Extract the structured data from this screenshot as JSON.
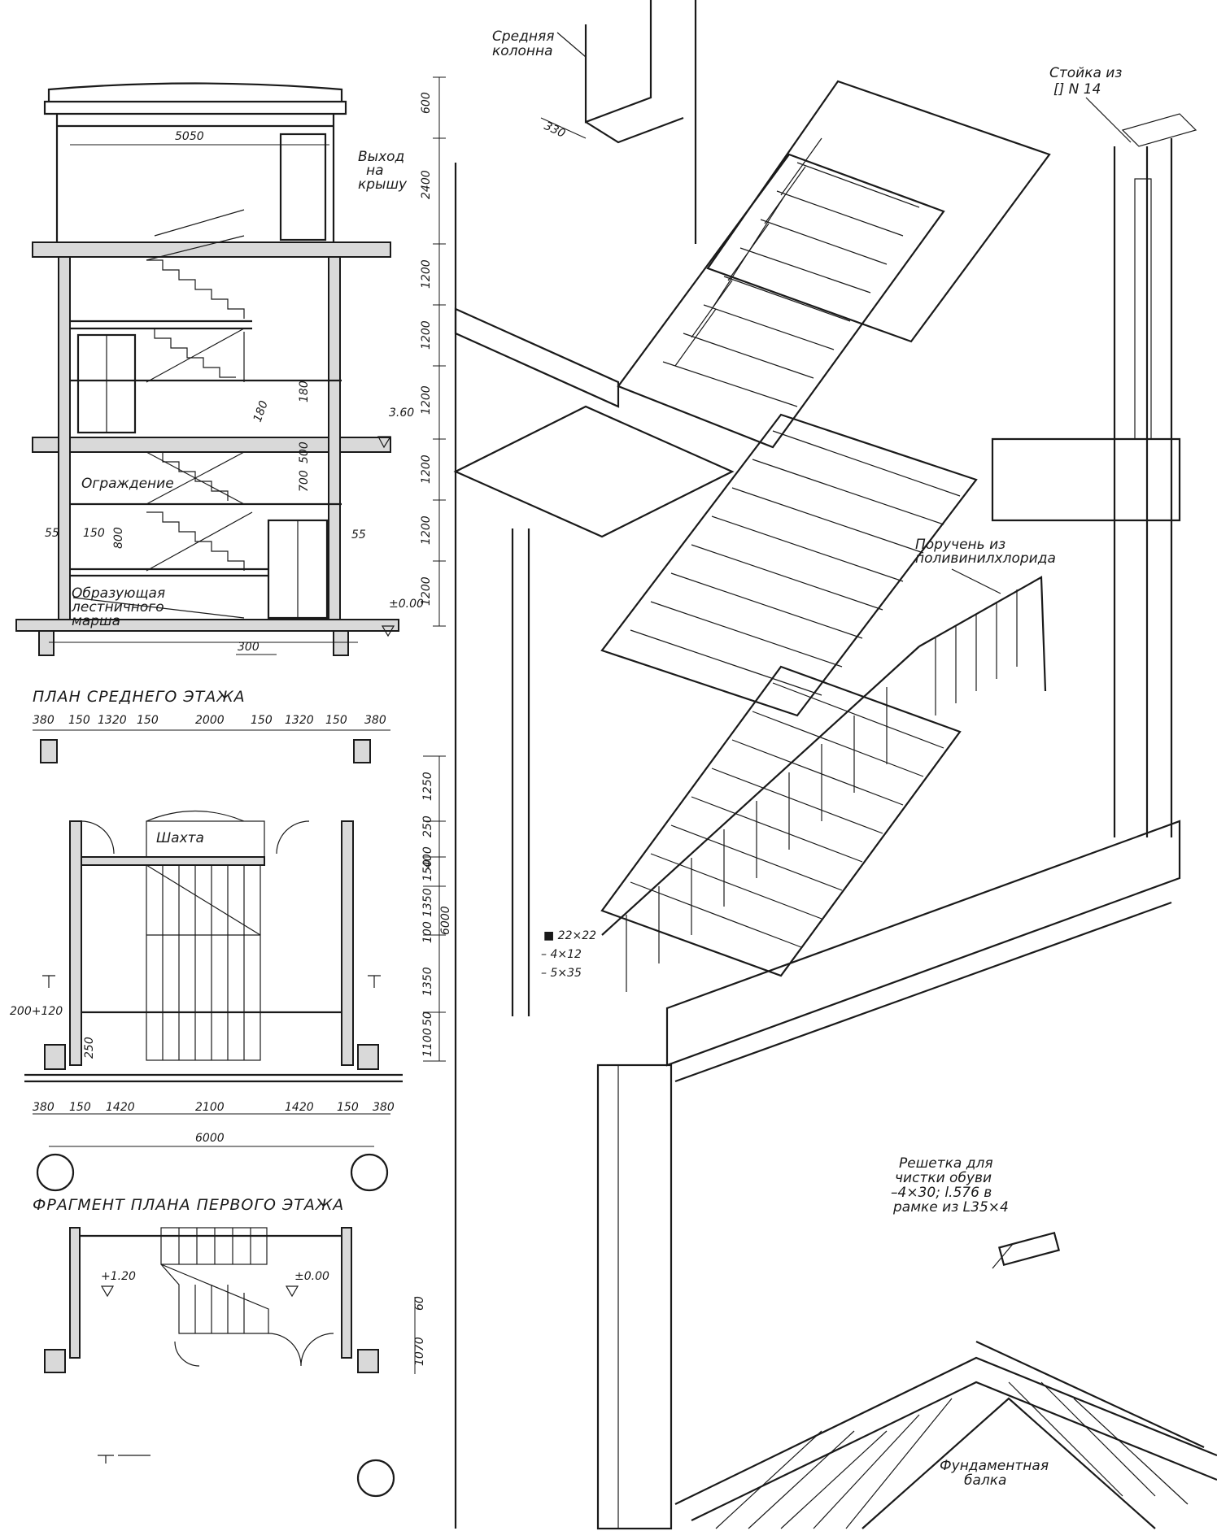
{
  "section": {
    "labels": {
      "exit_roof": [
        "Выход",
        "на",
        "крышу"
      ],
      "fence": "Ограждение",
      "stringer": [
        "Образующая",
        "лестничного",
        "марша"
      ]
    },
    "dims": {
      "width": "5050",
      "right_column": [
        "600",
        "2400",
        "1200",
        "1200",
        "1200",
        "1200",
        "1200",
        "1200"
      ],
      "inner": [
        "180",
        "180",
        "500",
        "700",
        "800"
      ],
      "misc": [
        "150",
        "55",
        "55",
        "300"
      ],
      "level_360": "3.60",
      "level_000": "±0.00"
    }
  },
  "plan_middle": {
    "title": "ПЛАН СРЕДНЕГО ЭТАЖА",
    "top_dims": [
      "380",
      "150",
      "1320",
      "150",
      "2000",
      "150",
      "1320",
      "150",
      "380"
    ],
    "right_dims": [
      "1250",
      "250",
      "400",
      "150",
      "1350",
      "100",
      "1350",
      "50",
      "1100"
    ],
    "total_right": "6000",
    "shaft": "Шахта",
    "left_dim": "200+120",
    "small_dim": "250",
    "bottom_dims": [
      "380",
      "150",
      "1420",
      "2100",
      "1420",
      "150",
      "380"
    ],
    "total_bottom": "6000"
  },
  "plan_ground": {
    "title": "ФРАГМЕНТ ПЛАНА ПЕРВОГО ЭТАЖА",
    "level_left": "+1.20",
    "level_right": "±0.00",
    "dims": [
      "60",
      "1070"
    ]
  },
  "axonometric": {
    "labels": {
      "middle_column": [
        "Средняя",
        "колонна"
      ],
      "dim_330": "330",
      "post": [
        "Стойка из",
        "[] N 14"
      ],
      "handrail": [
        "Поручень из",
        "поливинилхлорида"
      ],
      "profiles": [
        "■ 22×22",
        "– 4×12",
        "– 5×35"
      ],
      "grate": [
        "Решетка для",
        "чистки обуви",
        "–4×30; l.576 в",
        "рамке из L35×4"
      ],
      "foundation_beam": [
        "Фундаментная",
        "балка"
      ]
    }
  }
}
